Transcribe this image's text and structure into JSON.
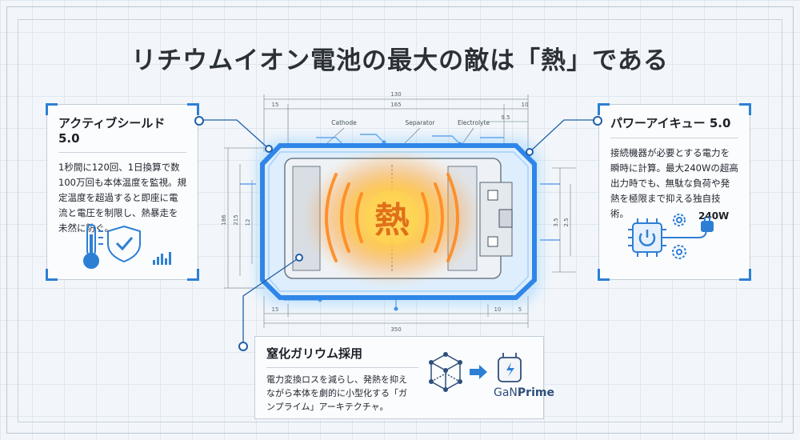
{
  "title": "リチウムイオン電池の最大の敵は「熱」である",
  "center_label": "熱",
  "left_card": {
    "heading": "アクティブシールド 5.0",
    "body": "1秒間に120回、1日換算で数100万回も本体温度を監視。規定温度を超過すると即座に電流と電圧を制限し、熱暴走を未然に防ぐ。",
    "icons": [
      "thermometer-icon",
      "shield-check-icon",
      "bar-graph-icon"
    ]
  },
  "right_card": {
    "heading": "パワーアイキュー 5.0",
    "body": "接続機器が必要とする電力を瞬時に計算。最大240Wの超高出力時でも、無駄な負荷や発熱を極限まで抑える独自技術。",
    "wattage": "240W",
    "icons": [
      "chip-power-icon",
      "gear-icon",
      "plug-icon"
    ]
  },
  "bottom_card": {
    "heading": "窒化ガリウム採用",
    "body": "電力変換ロスを減らし、発熱を抑えながら本体を劇的に小型化する「ガンプライム」アーキテクチャ。",
    "logo_prefix": "GaN",
    "logo_suffix": "Prime",
    "icons": [
      "crystal-lattice-icon",
      "arrow-right-icon",
      "charger-icon"
    ]
  },
  "blueprint": {
    "labels": {
      "cathode": "Cathode",
      "separator": "Separator",
      "electrolyte": "Electrolyte"
    },
    "dimensions": {
      "overall_top": "130",
      "inner_top": "165",
      "left_top": "15",
      "right_top": "10",
      "right_small": "9.5",
      "overall_bottom": "350",
      "left_bottom": "15",
      "right_bottom_a": "10",
      "right_bottom_b": "5",
      "left_height": "186",
      "left_inner": "215",
      "left_small": "12",
      "right_h1": "3.5",
      "right_h2": "2.5"
    },
    "colors": {
      "glow": "#3aa0ff",
      "heat": "#ff8a1e",
      "heat_core": "#ffd54a",
      "accent": "#1f5fa8"
    }
  }
}
